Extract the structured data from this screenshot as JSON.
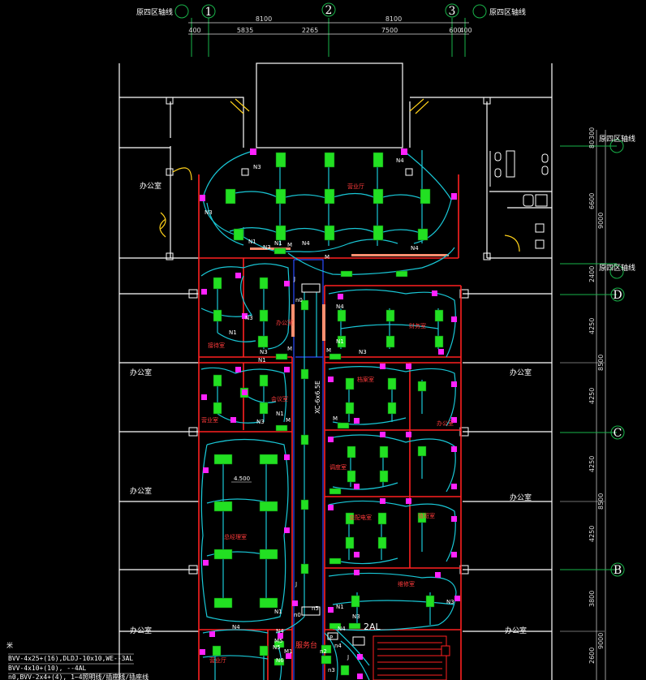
{
  "axes_top": {
    "left_note": "原四区轴线",
    "right_note": "原四区轴线",
    "bubbles": [
      "1",
      "2",
      "3"
    ],
    "overall_dims": [
      "8100",
      "8100"
    ],
    "sub_dims": [
      "400",
      "5835",
      "2265",
      "7500",
      "600",
      "400"
    ]
  },
  "axes_right": {
    "top_note": "原四区轴线",
    "mid_note": "原四区轴线",
    "bubbles": [
      "D",
      "C",
      "B"
    ],
    "dims": [
      "300",
      "80",
      "6600",
      "9000",
      "2400",
      "4250",
      "8500",
      "4250",
      "4250",
      "8500",
      "4250",
      "3800",
      "9000",
      "2600"
    ]
  },
  "offices": [
    "办公室",
    "办公室",
    "办公室",
    "办公室",
    "办公室",
    "办公室",
    "办公室"
  ],
  "room_labels": [
    "营业厅",
    "接待室",
    "办公室",
    "财务室",
    "营业室",
    "会议室",
    "档案室",
    "办公室",
    "调度室",
    "总经理室",
    "变配电室",
    "值班室",
    "维修室",
    "营业厅"
  ],
  "circuit_tags": [
    "N3",
    "N4",
    "N3",
    "N1",
    "N4",
    "N3",
    "N1",
    "N4",
    "M",
    "M",
    "J",
    "n0",
    "N4",
    "N3",
    "N1",
    "N1",
    "N3",
    "M",
    "M",
    "N3",
    "N1",
    "N3",
    "N1",
    "M",
    "M",
    "J",
    "N1",
    "n0",
    "n5",
    "N1",
    "N4",
    "N4",
    "M1",
    "M5",
    "N5",
    "N6",
    "P",
    "n4",
    "n3",
    "N3",
    "N3",
    "N4",
    "n2",
    "J"
  ],
  "corridor_label": "XC-6x6.5E",
  "level_mark": "4.500",
  "panel_label": "2AL",
  "panel_note": "服务台",
  "legend": {
    "star": "米",
    "lines": [
      "BVV-4x25+(16),DLDJ-10x10,WE--3AL",
      "BVV-4x10+(10),       --4AL",
      "n0,BVV-2x4+(4), 1~4照明线/插座线/插座线"
    ]
  },
  "colors": {
    "wall": "#ffffff",
    "red_wall": "#ff2020",
    "cyan_wire": "#19c7d6",
    "green_fixture": "#22e022",
    "magenta_fixture": "#ff22ff",
    "corridor_blue": "#2a4bff",
    "salmon_bar": "#ff9070"
  }
}
